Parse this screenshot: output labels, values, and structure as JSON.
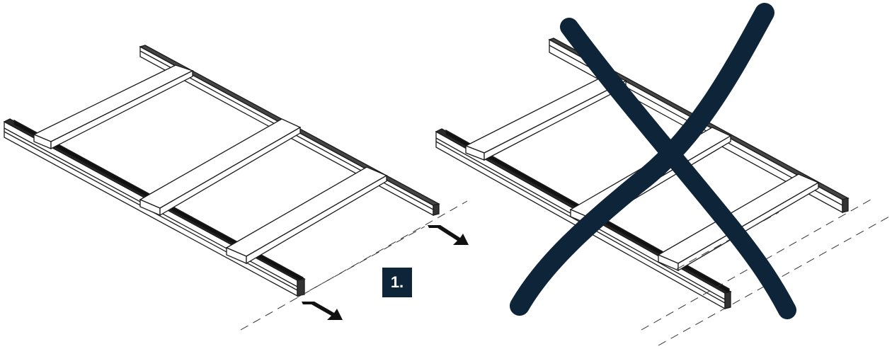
{
  "step": {
    "label": "1."
  },
  "colors": {
    "ink": "#0e2438",
    "line": "#1a1a1a",
    "rail_dark": "#2a2a2a",
    "paper": "#ffffff"
  },
  "panels": [
    {
      "id": "correct",
      "status": "correct",
      "arrows": [
        "arrow-icon",
        "arrow-icon"
      ]
    },
    {
      "id": "incorrect",
      "status": "incorrect",
      "mark": "cross-icon"
    }
  ]
}
